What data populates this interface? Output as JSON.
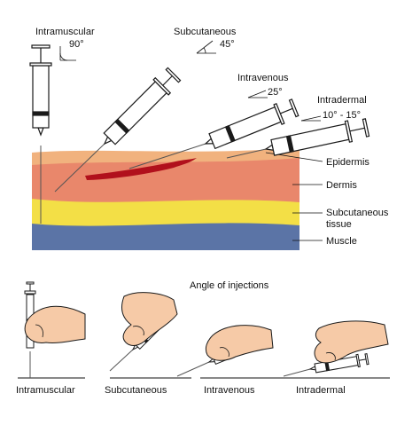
{
  "needles": {
    "intramuscular": {
      "name": "Intramuscular",
      "angle": "90°"
    },
    "subcutaneous": {
      "name": "Subcutaneous",
      "angle": "45°"
    },
    "intravenous": {
      "name": "Intravenous",
      "angle": "25°"
    },
    "intradermal": {
      "name": "Intradermal",
      "angle": "10° - 15°"
    }
  },
  "layers": {
    "epidermis": "Epidermis",
    "dermis": "Dermis",
    "subcutaneous_1": "Subcutaneous",
    "subcutaneous_2": "tissue",
    "muscle": "Muscle"
  },
  "section_title": "Angle of injections",
  "bottom_labels": [
    "Intramuscular",
    "Subcutaneous",
    "Intravenous",
    "Intradermal"
  ],
  "colors": {
    "epidermis": "#f1b27e",
    "dermis": "#e9876b",
    "subcutaneous": "#f3df46",
    "muscle": "#5b74a6",
    "vein": "#b1101c",
    "skin": "#f6caa7",
    "outline": "#1a1a1a"
  }
}
